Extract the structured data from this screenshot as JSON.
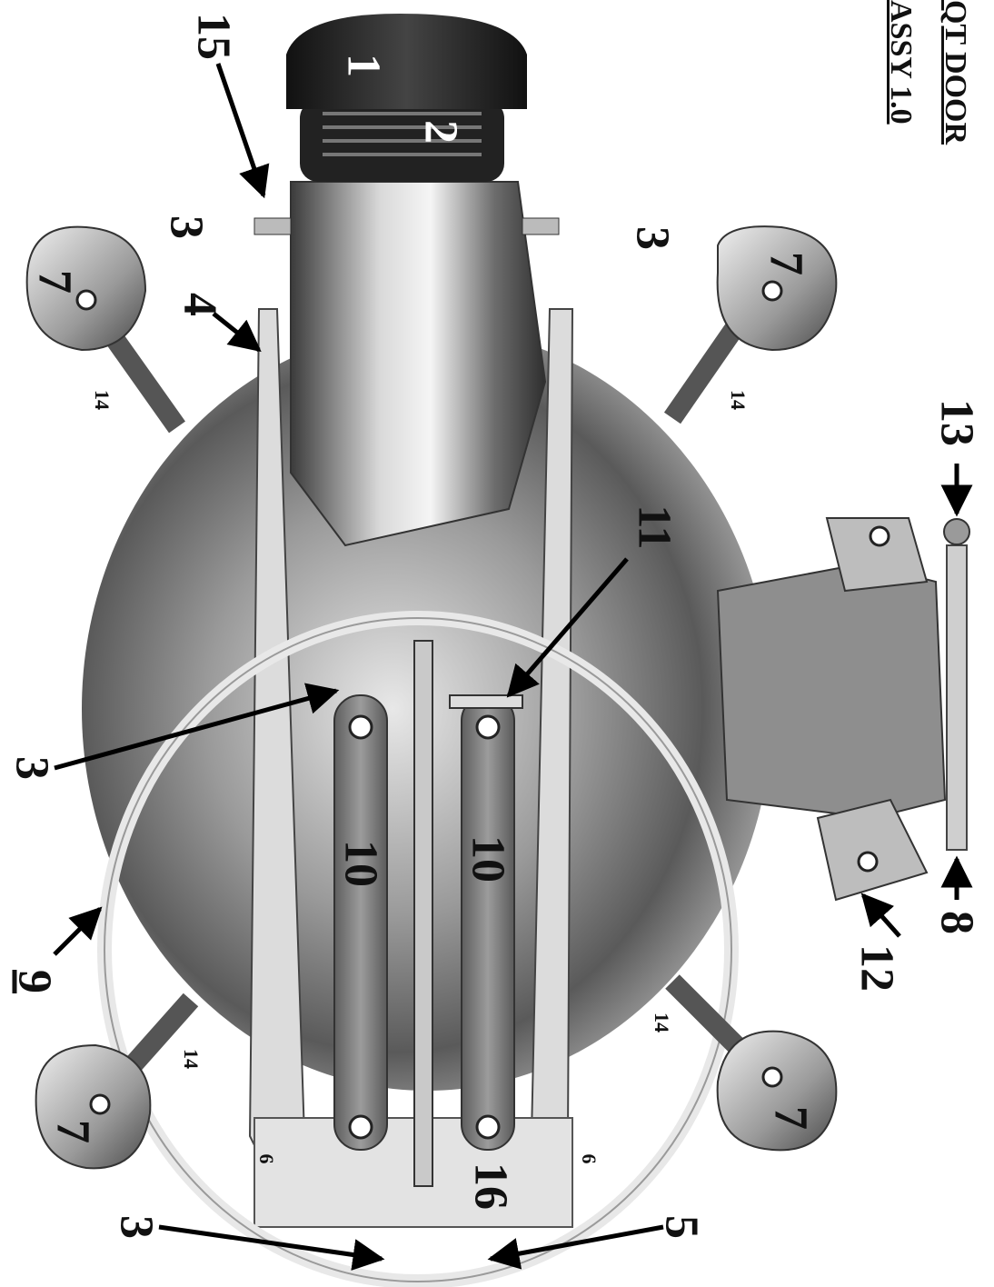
{
  "title": {
    "line1": "QT DOOR",
    "line2": "ASSY 1.0"
  },
  "callouts": {
    "c1": "1",
    "c2": "2",
    "c3_top_left": "3",
    "c3_top_right": "3",
    "c3_middle": "3",
    "c3_bottom": "3",
    "c4": "4",
    "c5": "5",
    "c6_left": "6",
    "c6_right": "6",
    "c7_top_left": "7",
    "c7_top_right": "7",
    "c7_bottom_left": "7",
    "c7_bottom_right": "7",
    "c8": "8",
    "c9": "9",
    "c10_left": "10",
    "c10_right": "10",
    "c11": "11",
    "c12": "12",
    "c13": "13",
    "c14_top_left": "14",
    "c14_top_right": "14",
    "c14_bottom_left": "14",
    "c14_bottom_right": "14",
    "c15": "15",
    "c16": "16"
  },
  "colors": {
    "background": "#ffffff",
    "metal_dark": "#3a3a3a",
    "metal_mid": "#8d8d8d",
    "metal_light": "#e6e6e6",
    "gasket": "#ececec"
  }
}
